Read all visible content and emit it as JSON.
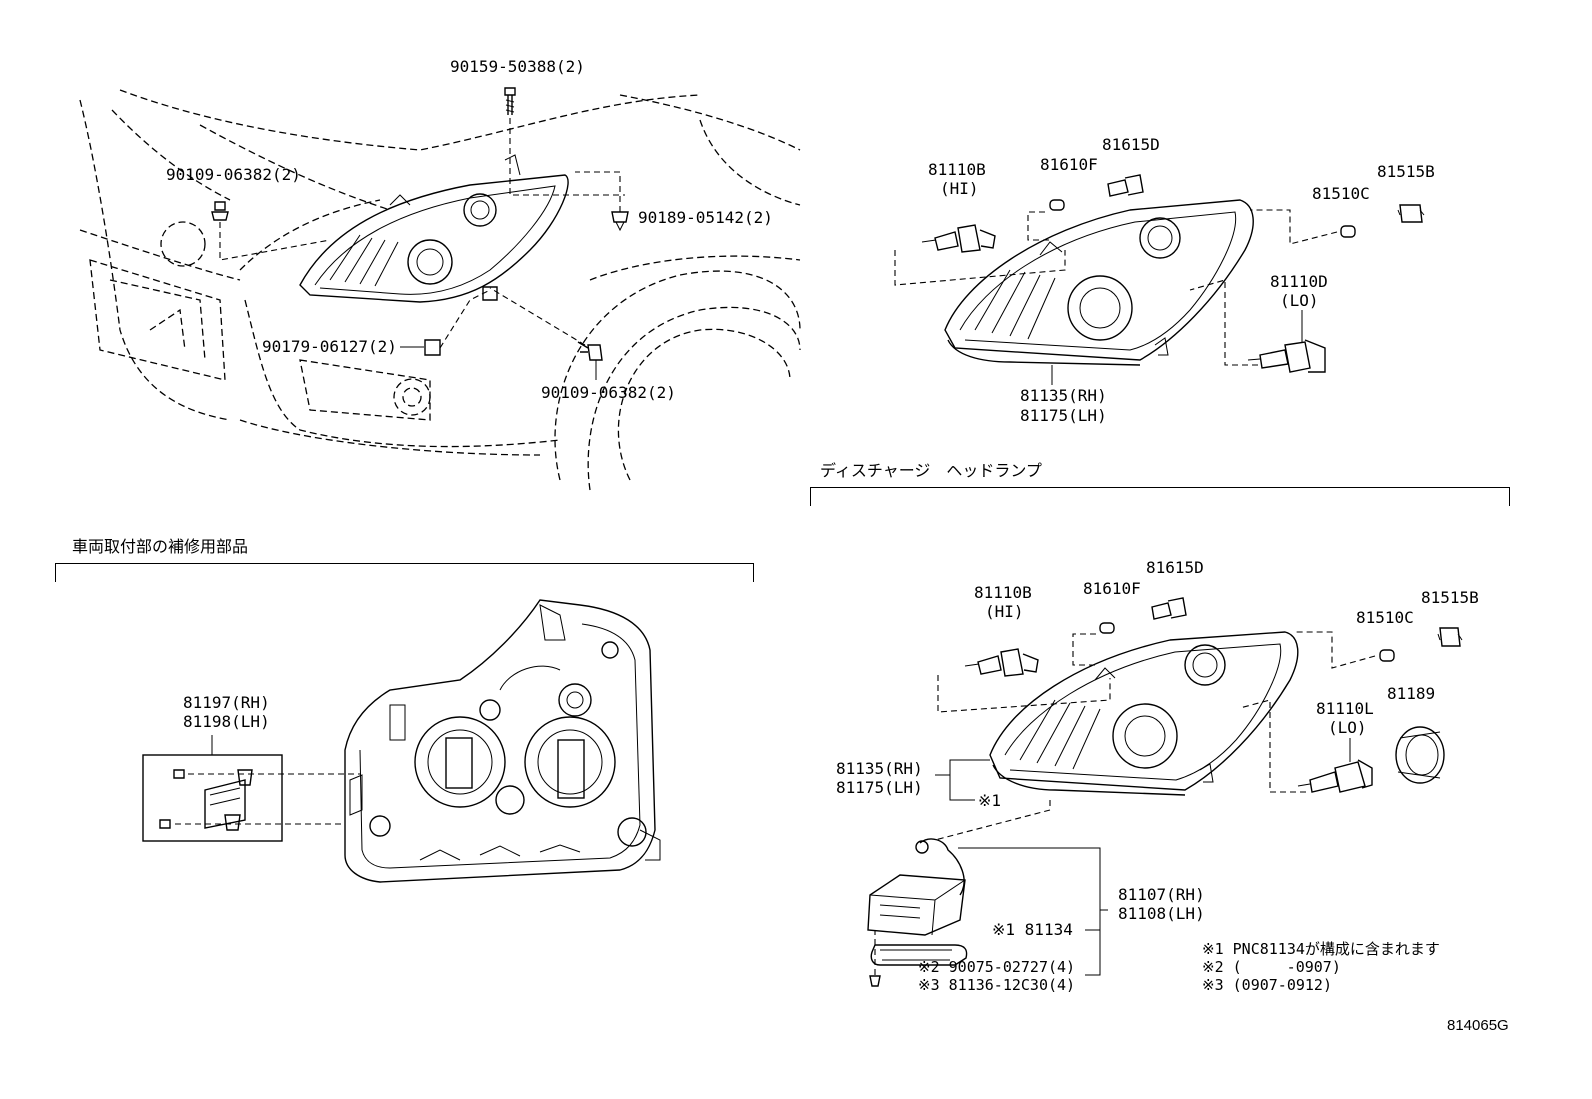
{
  "labels": {
    "bolt_top": "90159-50388(2)",
    "bolt_left": "90109-06382(2)",
    "clip_right": "90189-05142(2)",
    "nut_lower": "90179-06127(2)",
    "bolt_lower": "90109-06382(2)",
    "p1_bulb_hi_num": "81110B",
    "p1_bulb_hi_tag": "(HI)",
    "p1_bulb_81610f": "81610F",
    "p1_socket_81615d": "81615D",
    "p1_bulb_81510c": "81510C",
    "p1_socket_81515b": "81515B",
    "p1_bulb_lo_num": "81110D",
    "p1_bulb_lo_tag": "(LO)",
    "p1_unit_rh": "81135(RH)",
    "p1_unit_lh": "81175(LH)",
    "p2_bulb_hi_num": "81110B",
    "p2_bulb_hi_tag": "(HI)",
    "p2_bulb_81610f": "81610F",
    "p2_socket_81615d": "81615D",
    "p2_bulb_81510c": "81510C",
    "p2_socket_81515b": "81515B",
    "p2_bulb_lo_num": "81110L",
    "p2_bulb_lo_tag": "(LO)",
    "p2_cover": "81189",
    "p2_unit_rh": "81135(RH)",
    "p2_unit_lh": "81175(LH)",
    "p2_note_mark": "※1",
    "ballast_rh": "81107(RH)",
    "ballast_lh": "81108(LH)",
    "p2_81134": "※1 81134",
    "p2_gasket": "※2 90075-02727(4)",
    "p2_screw": "※3 81136-12C30(4)",
    "repair_rh": "81197(RH)",
    "repair_lh": "81198(LH)"
  },
  "sections": {
    "discharge": "ディスチャージ　ヘッドランプ",
    "repair": "車両取付部の補修用部品"
  },
  "notes": [
    "※1 PNC81134が構成に含まれます",
    "※2 (　　　-0907)",
    "※3 (0907-0912)"
  ],
  "diagram_code": "814065G"
}
